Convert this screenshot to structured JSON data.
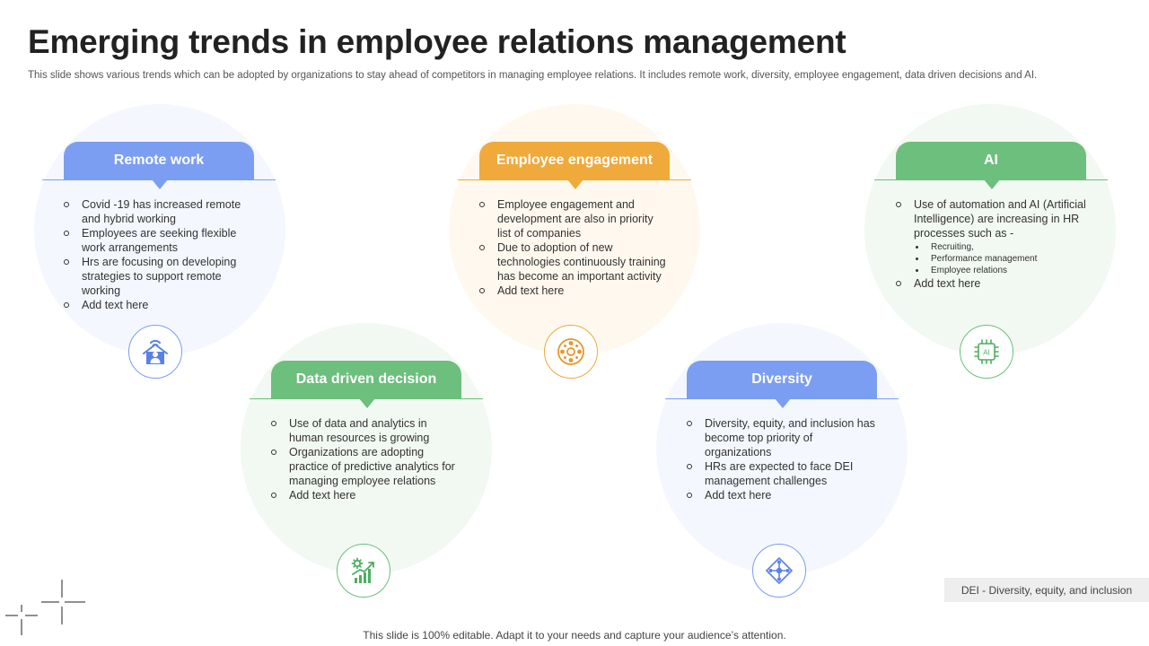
{
  "title": "Emerging trends in employee relations management",
  "subtitle": "This slide shows various trends which can be adopted by organizations to stay ahead of competitors in managing employee relations. It includes remote work, diversity, employee engagement, data driven decisions and AI.",
  "cards": {
    "remote": {
      "title": "Remote work",
      "icon": "smart-home-person-icon",
      "bullets": [
        "Covid -19 has increased remote and hybrid working",
        "Employees are seeking flexible work arrangements",
        "Hrs are focusing on developing strategies to support remote working",
        "Add text here"
      ]
    },
    "engagement": {
      "title": "Employee engagement",
      "icon": "engagement-network-icon",
      "bullets": [
        "Employee engagement and development are also in priority list of companies",
        "Due to adoption of new technologies continuously training has become an important activity",
        "Add text here"
      ]
    },
    "ai": {
      "title": "AI",
      "icon": "ai-chip-icon",
      "icon_text": "AI",
      "bullets": [
        "Use of automation and AI (Artificial Intelligence) are increasing in HR processes such as -"
      ],
      "sub_bullets": [
        "Recruiting,",
        "Performance management",
        "Employee relations"
      ],
      "last_bullet": "Add text here"
    },
    "data": {
      "title": "Data driven decision",
      "icon": "growth-chart-gear-icon",
      "bullets": [
        "Use of data and analytics in human resources is growing",
        "Organizations are adopting practice of predictive analytics for managing employee relations",
        "Add text here"
      ]
    },
    "diversity": {
      "title": "Diversity",
      "icon": "diversity-people-icon",
      "bullets": [
        "Diversity, equity, and inclusion has become top priority of organizations",
        "HRs are expected to face DEI management challenges",
        "Add text here"
      ]
    }
  },
  "note": "DEI - Diversity, equity, and inclusion",
  "footer": "This slide is 100% editable. Adapt it to your needs and capture your audience’s attention.",
  "colors": {
    "blue": "#7b9ef2",
    "orange": "#f0a93b",
    "green": "#6cbf7c"
  }
}
